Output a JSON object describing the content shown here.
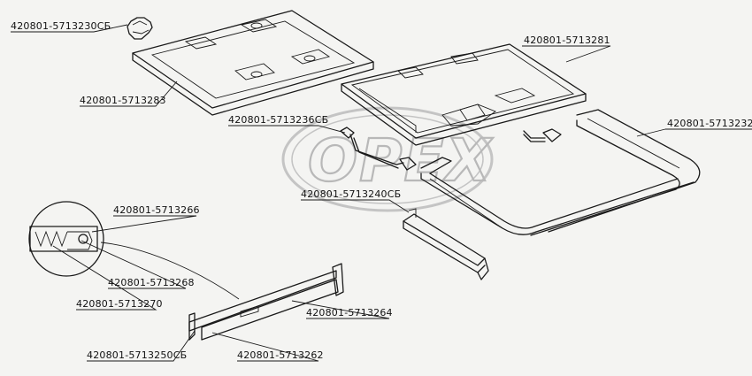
{
  "labels": {
    "cap": "420801-5713230СБ",
    "lid": "420801-5713283",
    "frame": "420801-5713281",
    "seal_frame": "420801-5713232",
    "handle": "420801-5713236СБ",
    "bracket": "420801-5713240СБ",
    "spring": "420801-5713266",
    "pin": "420801-5713268",
    "spring_housing": "420801-5713270",
    "bar": "420801-5713264",
    "support": "420801-5713250СБ",
    "rod": "420801-5713262"
  },
  "watermark": "OPEX"
}
